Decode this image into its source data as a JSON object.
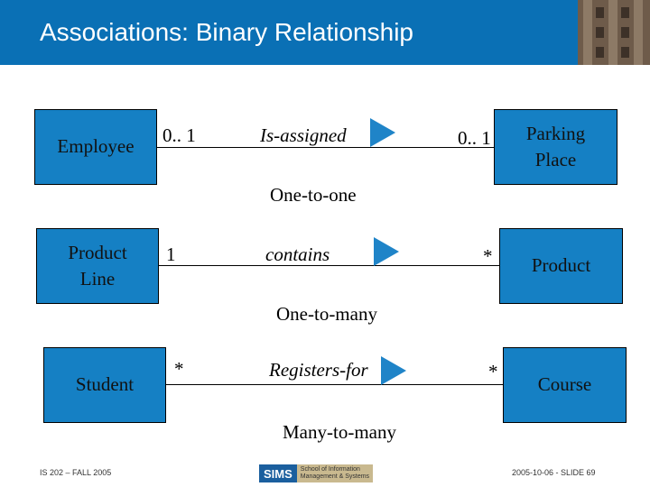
{
  "slide": {
    "title": "Associations: Binary Relationship",
    "footer_left": "IS 202 – FALL 2005",
    "footer_right": "2005-10-06 - SLIDE 69",
    "logo": {
      "main": "SIMS",
      "line1": "School of Information",
      "line2": "Management & Systems"
    }
  },
  "colors": {
    "header": "#0a70b5",
    "entity_fill": "#1580c4",
    "arrow": "#1f84c8"
  },
  "relationships": [
    {
      "left_entity": "Employee",
      "right_entity": "Parking Place",
      "left_mult": "0.. 1",
      "right_mult": "0.. 1",
      "name": "Is-assigned",
      "caption": "One-to-one"
    },
    {
      "left_entity": "Product Line",
      "right_entity": "Product",
      "left_mult": "1",
      "right_mult": "*",
      "name": "contains",
      "caption": "One-to-many"
    },
    {
      "left_entity": "Student",
      "right_entity": "Course",
      "left_mult": "*",
      "right_mult": "*",
      "name": "Registers-for",
      "caption": "Many-to-many"
    }
  ]
}
